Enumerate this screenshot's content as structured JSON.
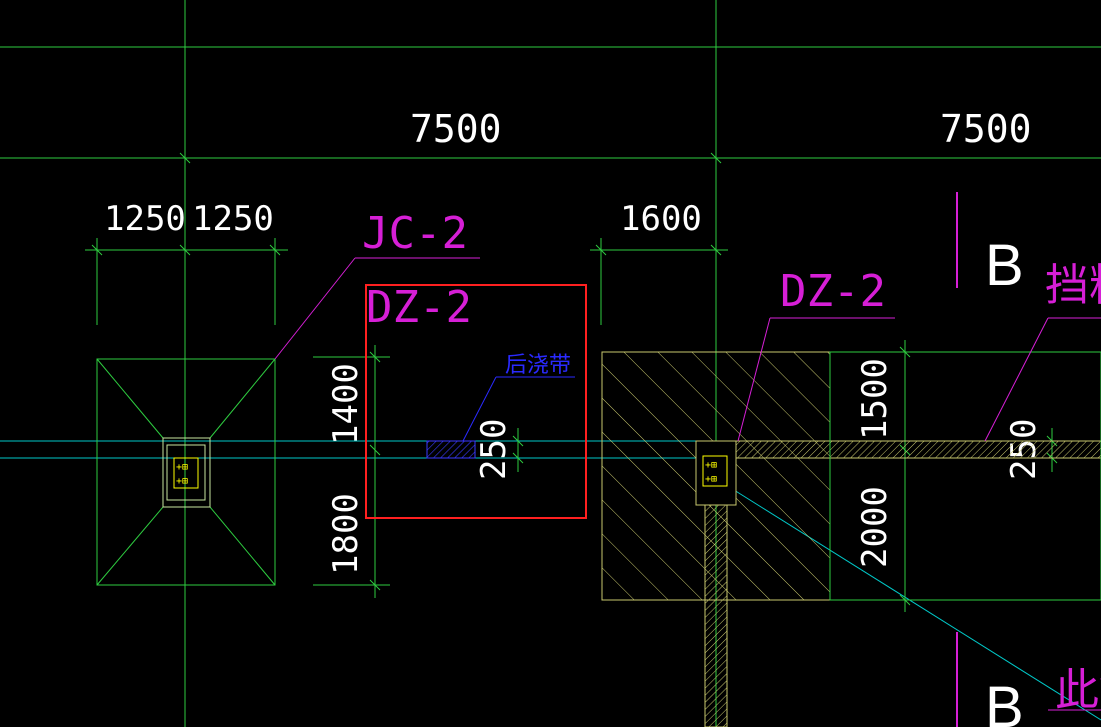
{
  "dimensions": {
    "span_left": "7500",
    "span_right": "7500",
    "half_a": "1250",
    "half_b": "1250",
    "width_1600": "1600",
    "v_1400": "1400",
    "v_1800": "1800",
    "v_250_mid": "250",
    "v_1500": "1500",
    "v_2000": "2000",
    "v_250_right": "250"
  },
  "labels": {
    "jc2": "JC-2",
    "dz2_left": "DZ-2",
    "dz2_right": "DZ-2",
    "post_pour": "后浇带",
    "retaining": "挡料",
    "this_steel": "此钢",
    "axis_b_top": "B",
    "axis_b_bottom": "B"
  },
  "colors": {
    "background": "#000000",
    "grid": "#2ecc40",
    "dimension_text": "#ffffff",
    "annotation": "#d61fd6",
    "selection": "#ff2020",
    "hatch": "#c8c86e",
    "axis_line": "#00c8c8",
    "post_pour": "#2a2aff"
  }
}
